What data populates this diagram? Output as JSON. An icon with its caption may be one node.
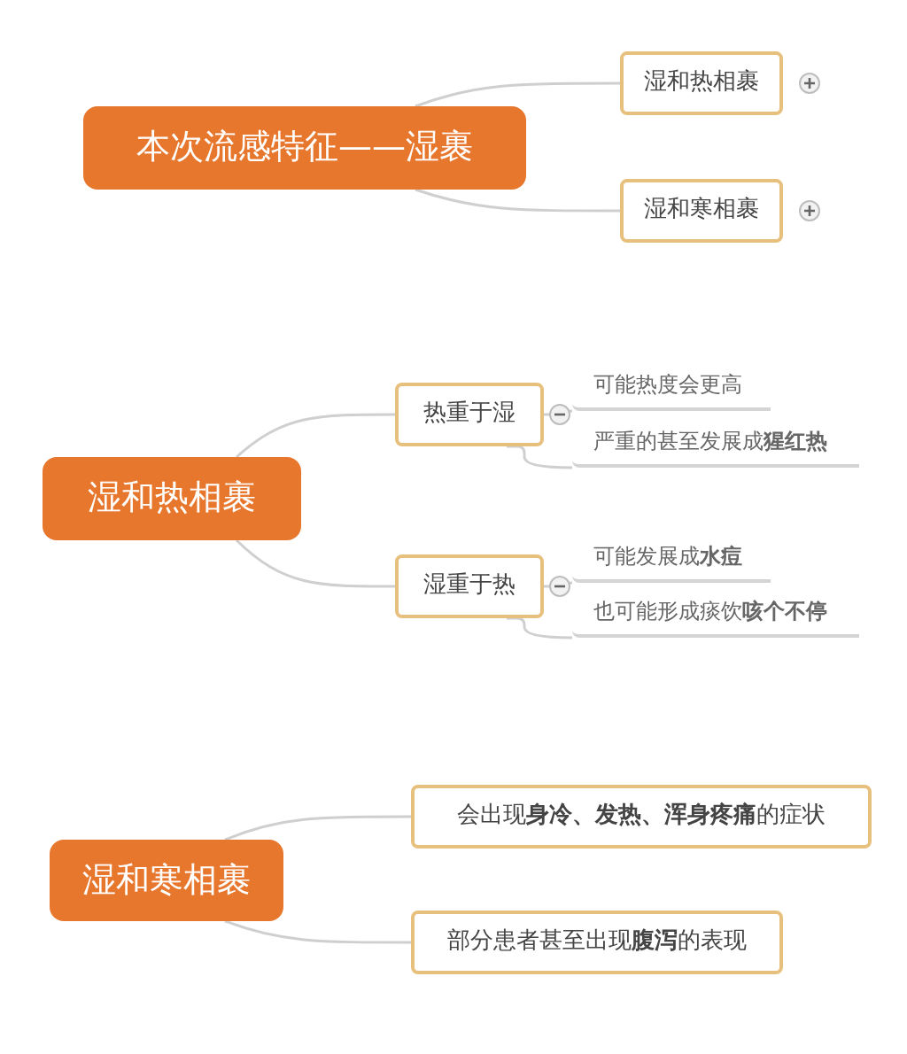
{
  "diagram": {
    "nodes": [
      {
        "text": [
          "本次流感特征——湿裹"
        ]
      },
      {
        "text": [
          "湿和热相裹"
        ]
      },
      {
        "text": [
          "湿和寒相裹"
        ]
      },
      {
        "text": [
          "湿和热相裹"
        ]
      },
      {
        "text": [
          "热重于湿"
        ]
      },
      {
        "text": [
          "可能热度会更高"
        ]
      },
      {
        "text": [
          "严重的甚至发展成**猩红热**"
        ]
      },
      {
        "text": [
          "湿重于热"
        ]
      },
      {
        "text": [
          "可能发展成**水痘**"
        ]
      },
      {
        "text": [
          "也可能形成痰饮**咳个不停**"
        ]
      },
      {
        "text": [
          "湿和寒相裹"
        ]
      },
      {
        "text": [
          "会出现**身冷、发热、浑身疼痛**的症状"
        ]
      },
      {
        "text": [
          "部分患者甚至出现**腹泻**的表现"
        ]
      }
    ],
    "edges": [
      {
        "from": 0,
        "to": 1,
        "arrow": "none"
      },
      {
        "from": 0,
        "to": 2,
        "arrow": "none"
      },
      {
        "from": 3,
        "to": 4,
        "arrow": "none"
      },
      {
        "from": 4,
        "to": 5,
        "arrow": "none"
      },
      {
        "from": 4,
        "to": 6,
        "arrow": "none"
      },
      {
        "from": 3,
        "to": 7,
        "arrow": "none"
      },
      {
        "from": 7,
        "to": 8,
        "arrow": "none"
      },
      {
        "from": 7,
        "to": 9,
        "arrow": "none"
      },
      {
        "from": 10,
        "to": 11,
        "arrow": "none"
      },
      {
        "from": 10,
        "to": 12,
        "arrow": "none"
      }
    ]
  }
}
